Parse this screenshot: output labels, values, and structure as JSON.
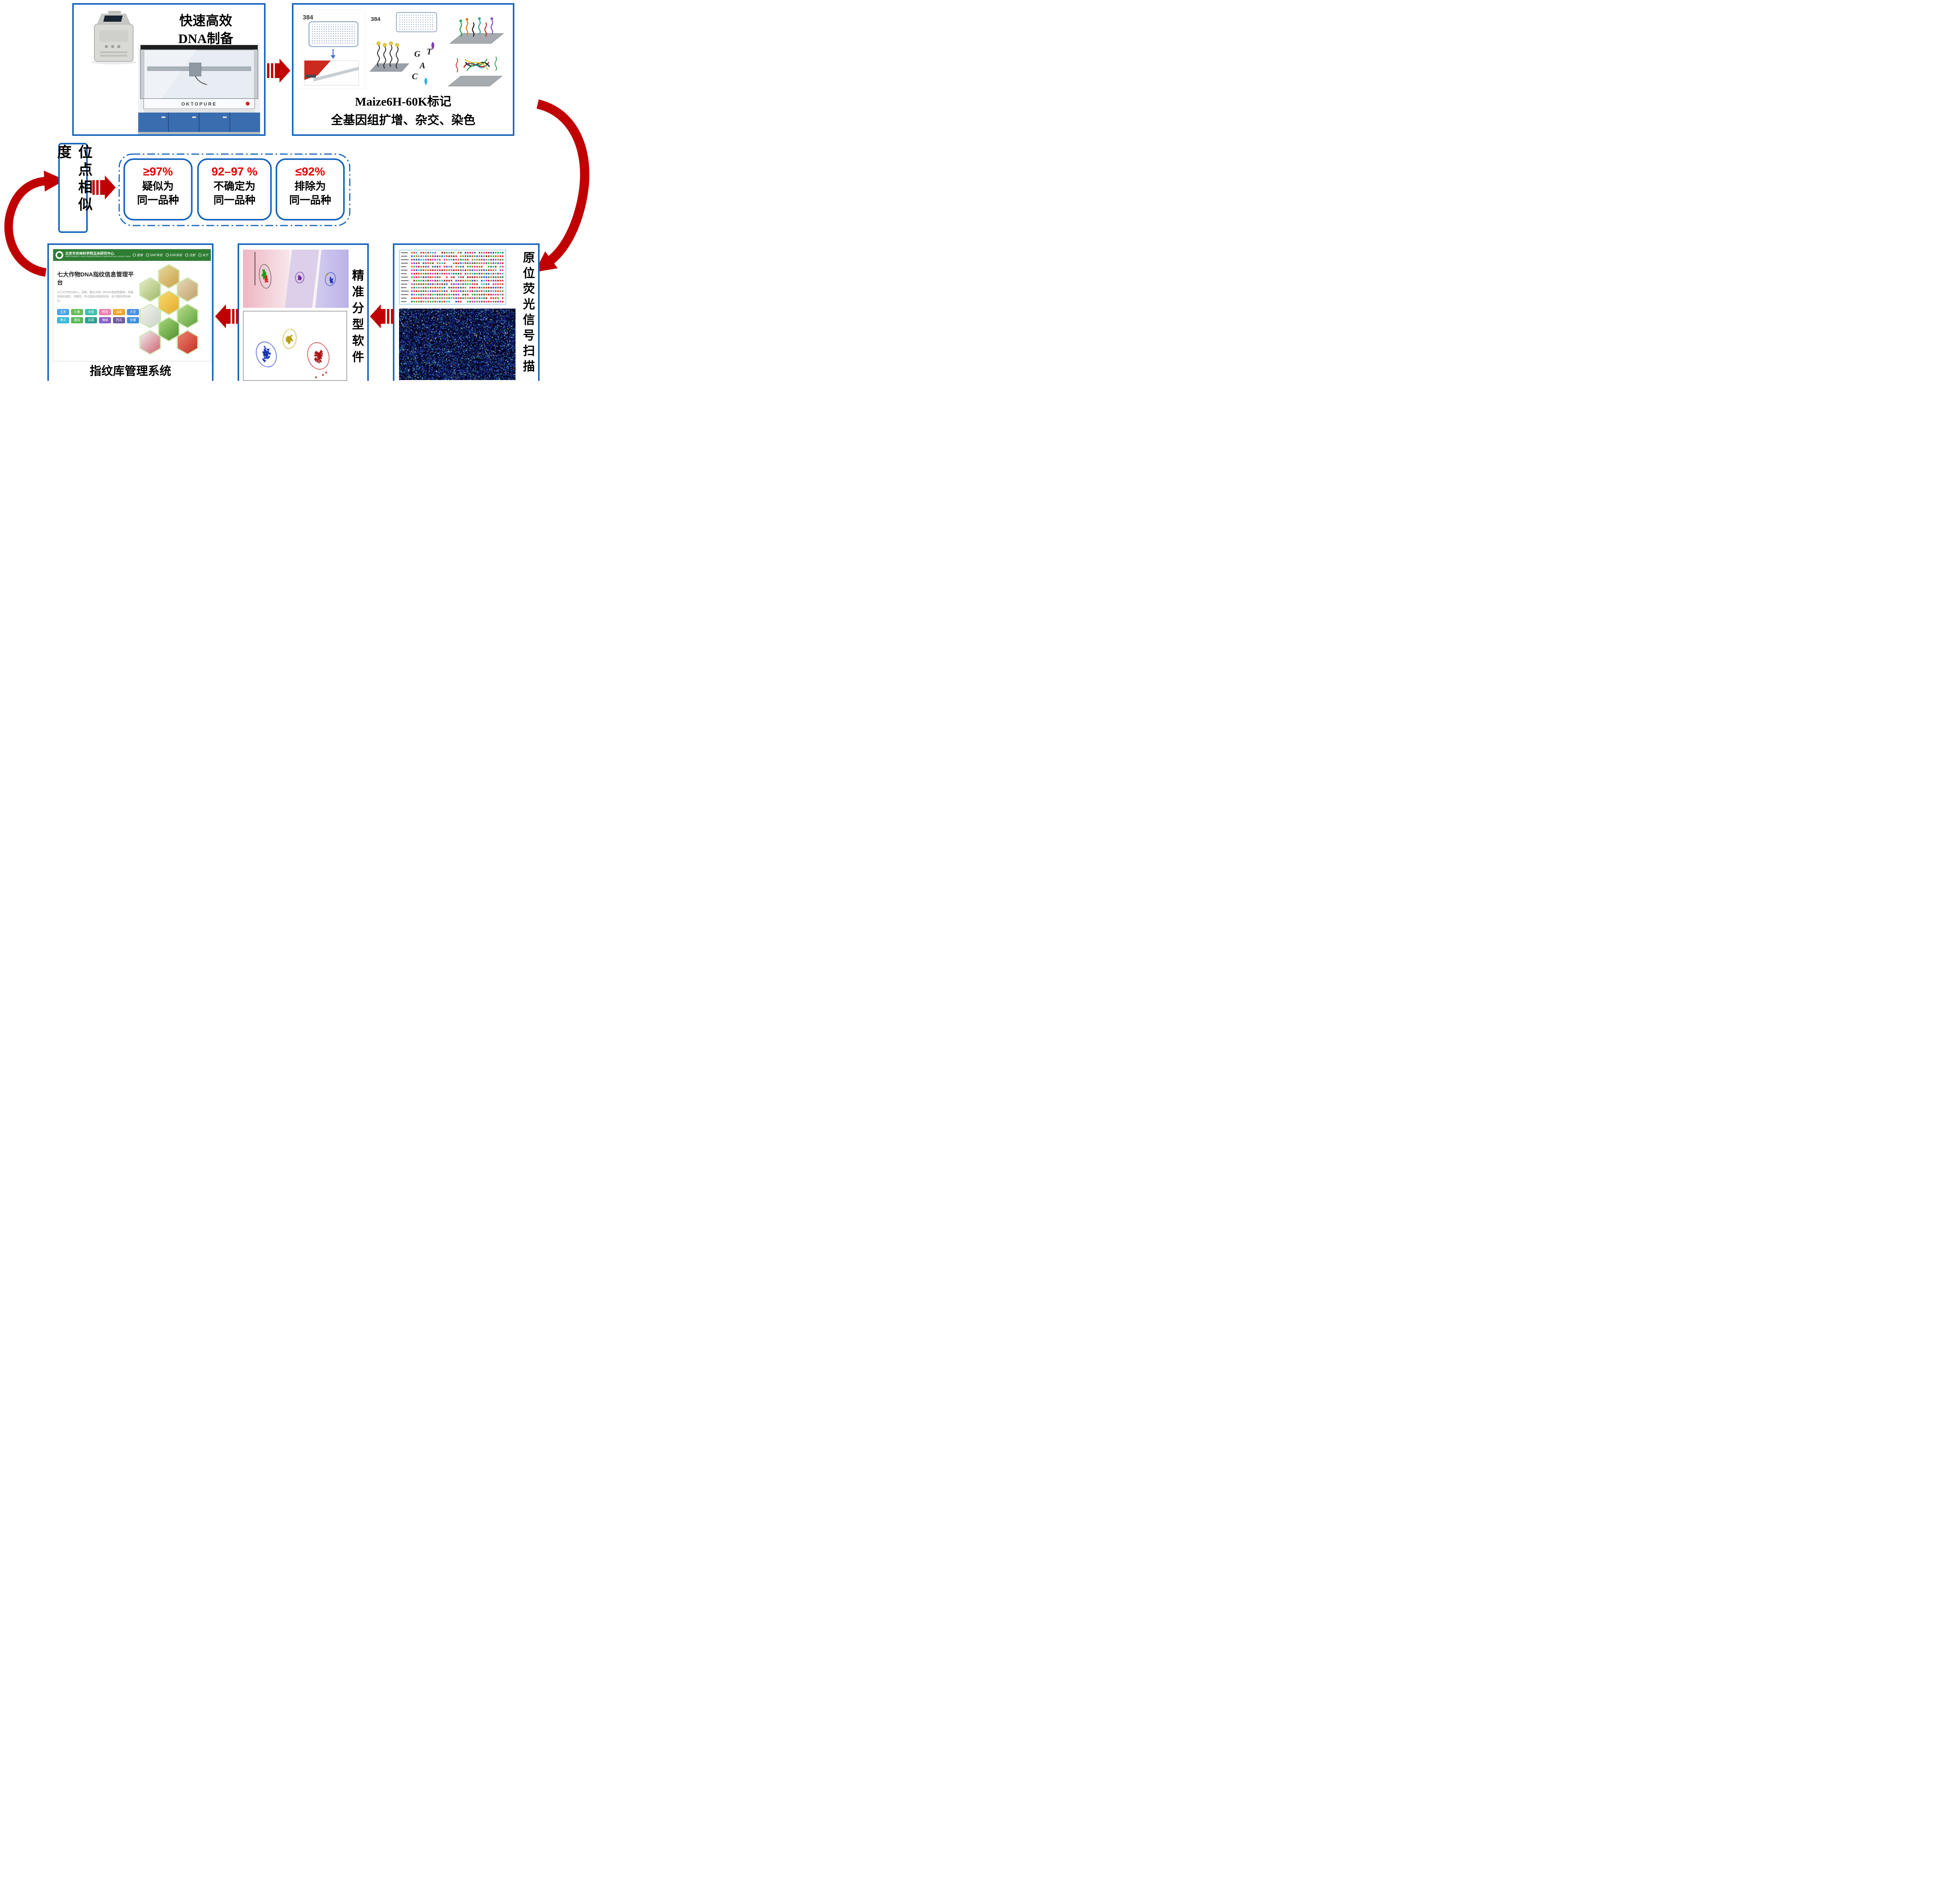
{
  "palette": {
    "box_border_blue": "#1866BD",
    "arrow_red": "#C00000",
    "accent_red_text": "#E60000",
    "site_header_green": "#2E7D32"
  },
  "step_dna_prep": {
    "title_line1": "快速高效",
    "title_line2": "DNA制备",
    "machine_brand": "OKTOPURE"
  },
  "step_marker": {
    "plate_label_a": "384",
    "plate_label_b": "384",
    "base_letters": [
      "G",
      "T",
      "A",
      "C"
    ],
    "caption_line1": "Maize6H-60K标记",
    "caption_line2": "全基因组扩增、杂交、染色"
  },
  "step_scan": {
    "vertical_label": "原位荧光信号扫描"
  },
  "step_typing": {
    "vertical_label": "精准分型软件"
  },
  "step_platform": {
    "header": {
      "org_name_cn": "北京市农林科学院玉米研究中心",
      "org_name_en": "Maize Research Center, Beijing Academy of Agriculture and Forestry Sciences",
      "nav": [
        {
          "label": "登录"
        },
        {
          "label": "SNP系统"
        },
        {
          "label": "SSR系统"
        },
        {
          "label": "注册"
        },
        {
          "label": "关于"
        }
      ]
    },
    "main_title": "七大作物DNA指纹信息管理平台",
    "description": "以七大作物为核心，采集、整合为统一的DNA指纹数据库，具备高度权威性、完整性，符合国际和国家标准，处于国际领先地位。",
    "crop_buttons": [
      {
        "label": "玉米",
        "color": "#4AA3E8"
      },
      {
        "label": "小麦",
        "color": "#67BF5A"
      },
      {
        "label": "水稻",
        "color": "#3FBFAE"
      },
      {
        "label": "棉花",
        "color": "#F07FB0"
      },
      {
        "label": "油菜",
        "color": "#F0A428"
      },
      {
        "label": "大豆",
        "color": "#4A90E0"
      },
      {
        "label": "黄瓜",
        "color": "#36B8D8"
      },
      {
        "label": "番茄",
        "color": "#58B858"
      },
      {
        "label": "白菜",
        "color": "#2F9F90"
      },
      {
        "label": "辣椒",
        "color": "#8A5FC8"
      },
      {
        "label": "西瓜",
        "color": "#6F5A9E"
      },
      {
        "label": "甘薯",
        "color": "#3F8FD8"
      }
    ],
    "caption": "指纹库管理系统"
  },
  "similarity": {
    "vertical_label": "位点相似度",
    "categories": [
      {
        "percent": "≥97%",
        "line1": "疑似为",
        "line2": "同一品种"
      },
      {
        "percent": "92–97 %",
        "line1": "不确定为",
        "line2": "同一品种"
      },
      {
        "percent": "≤92%",
        "line1": "排除为",
        "line2": "同一品种"
      }
    ]
  }
}
